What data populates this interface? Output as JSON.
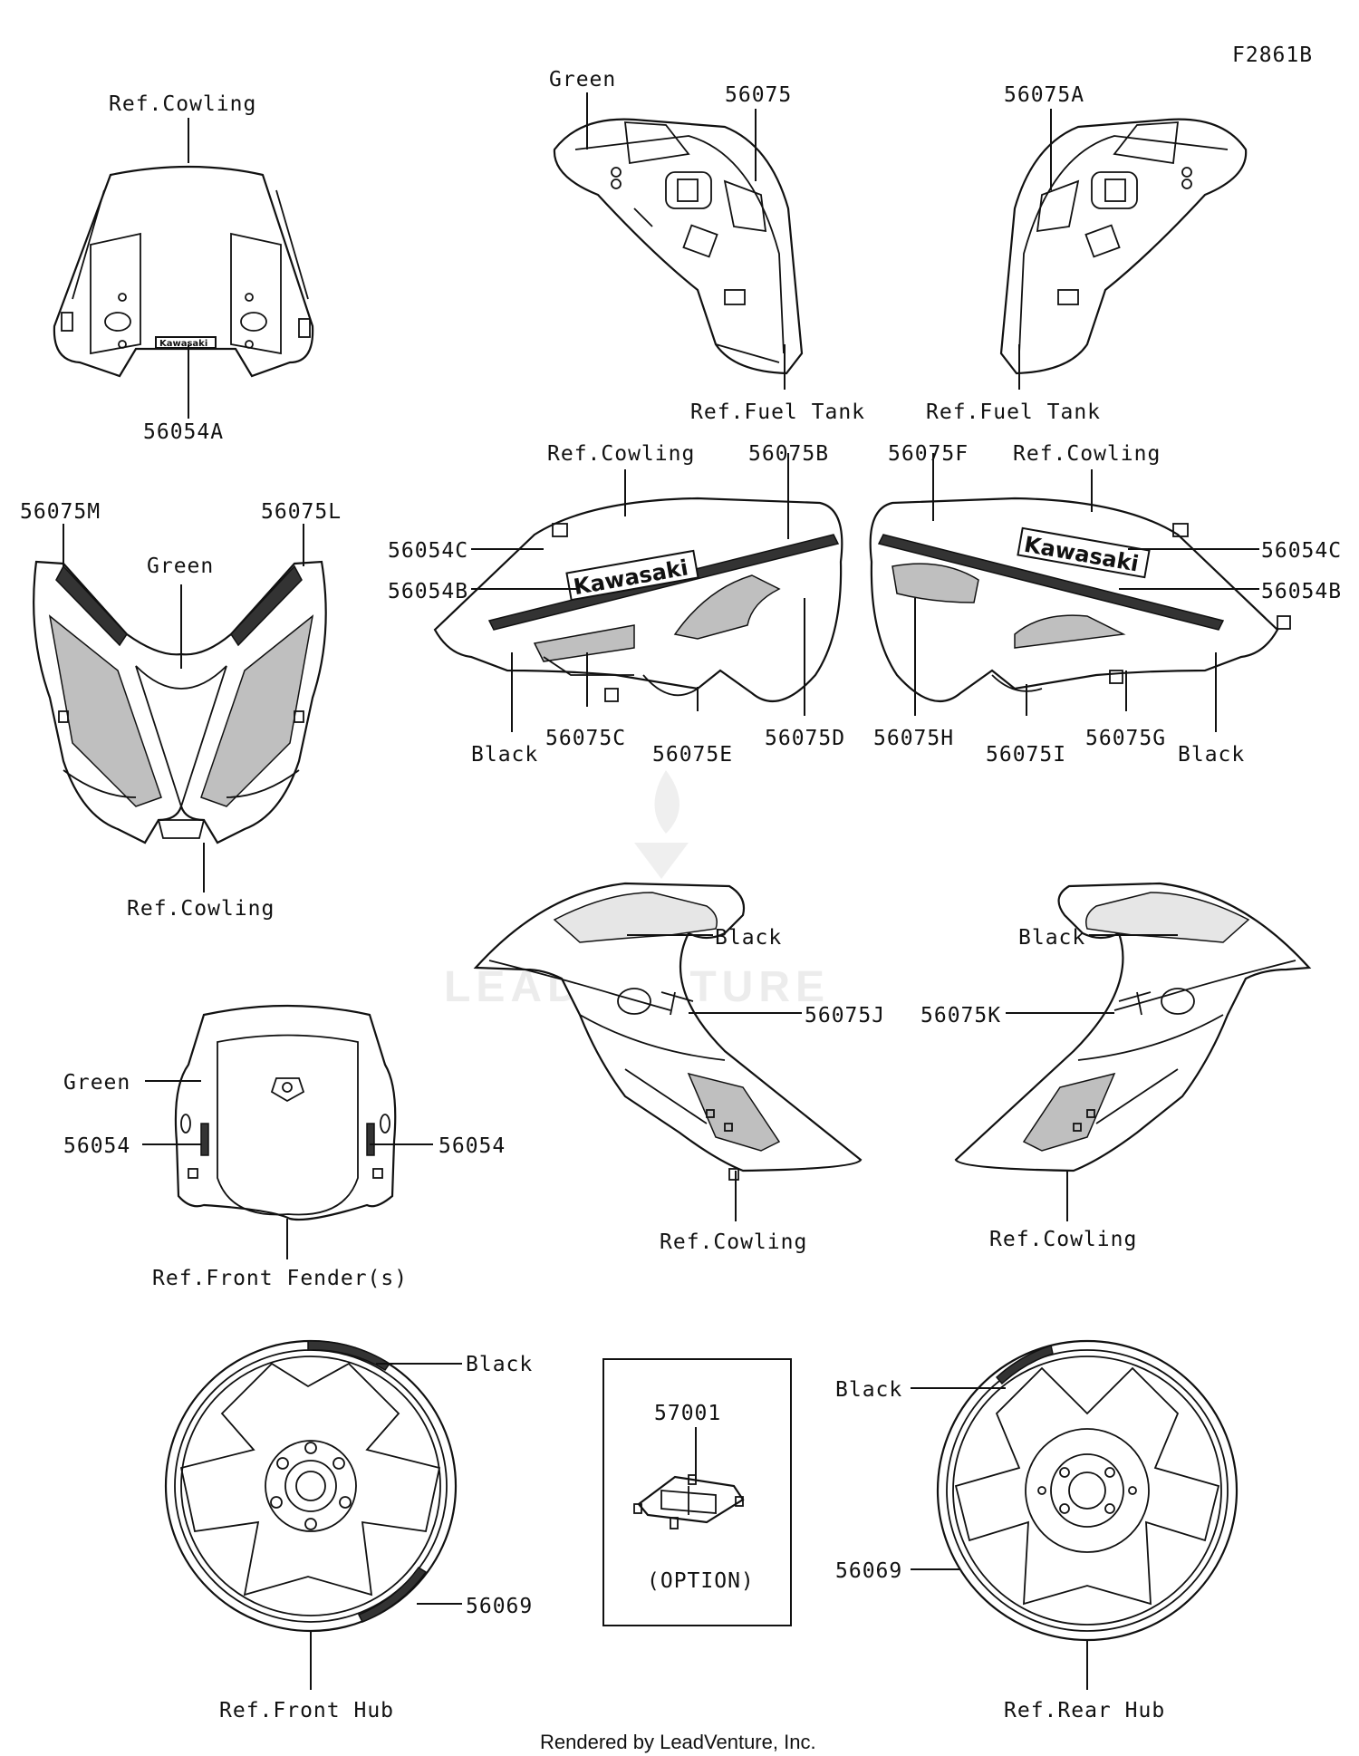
{
  "figure_code": "F2861B",
  "footer": "Rendered by LeadVenture, Inc.",
  "watermark": "LEADVENTURE",
  "labels": {
    "windshield_ref": "Ref.Cowling",
    "windshield_part": "56054A",
    "tank_left_color": "Green",
    "tank_left_part": "56075",
    "tank_left_ref": "Ref.Fuel Tank",
    "tank_right_part": "56075A",
    "tank_right_ref": "Ref.Fuel Tank",
    "front_cowl_left_part": "56075M",
    "front_cowl_right_part": "56075L",
    "front_cowl_color": "Green",
    "front_cowl_ref": "Ref.Cowling",
    "side_left_ref": "Ref.Cowling",
    "side_left_part_top": "56075B",
    "side_left_c": "56054C",
    "side_left_b": "56054B",
    "side_left_color": "Black",
    "side_left_c2": "56075C",
    "side_left_e": "56075E",
    "side_left_d": "56075D",
    "side_right_part_top": "56075F",
    "side_right_ref": "Ref.Cowling",
    "side_right_c": "56054C",
    "side_right_b": "56054B",
    "side_right_h": "56075H",
    "side_right_i": "56075I",
    "side_right_g": "56075G",
    "side_right_color": "Black",
    "lower_left_color": "Black",
    "lower_left_part": "56075J",
    "lower_left_ref": "Ref.Cowling",
    "lower_right_color": "Black",
    "lower_right_part": "56075K",
    "lower_right_ref": "Ref.Cowling",
    "fender_color": "Green",
    "fender_left_part": "56054",
    "fender_right_part": "56054",
    "fender_ref": "Ref.Front Fender(s)",
    "front_wheel_color": "Black",
    "front_wheel_part": "56069",
    "front_wheel_ref": "Ref.Front Hub",
    "option_part": "57001",
    "option_note": "(OPTION)",
    "rear_wheel_color": "Black",
    "rear_wheel_part": "56069",
    "rear_wheel_ref": "Ref.Rear Hub"
  },
  "logo_text": "Kawasaki"
}
